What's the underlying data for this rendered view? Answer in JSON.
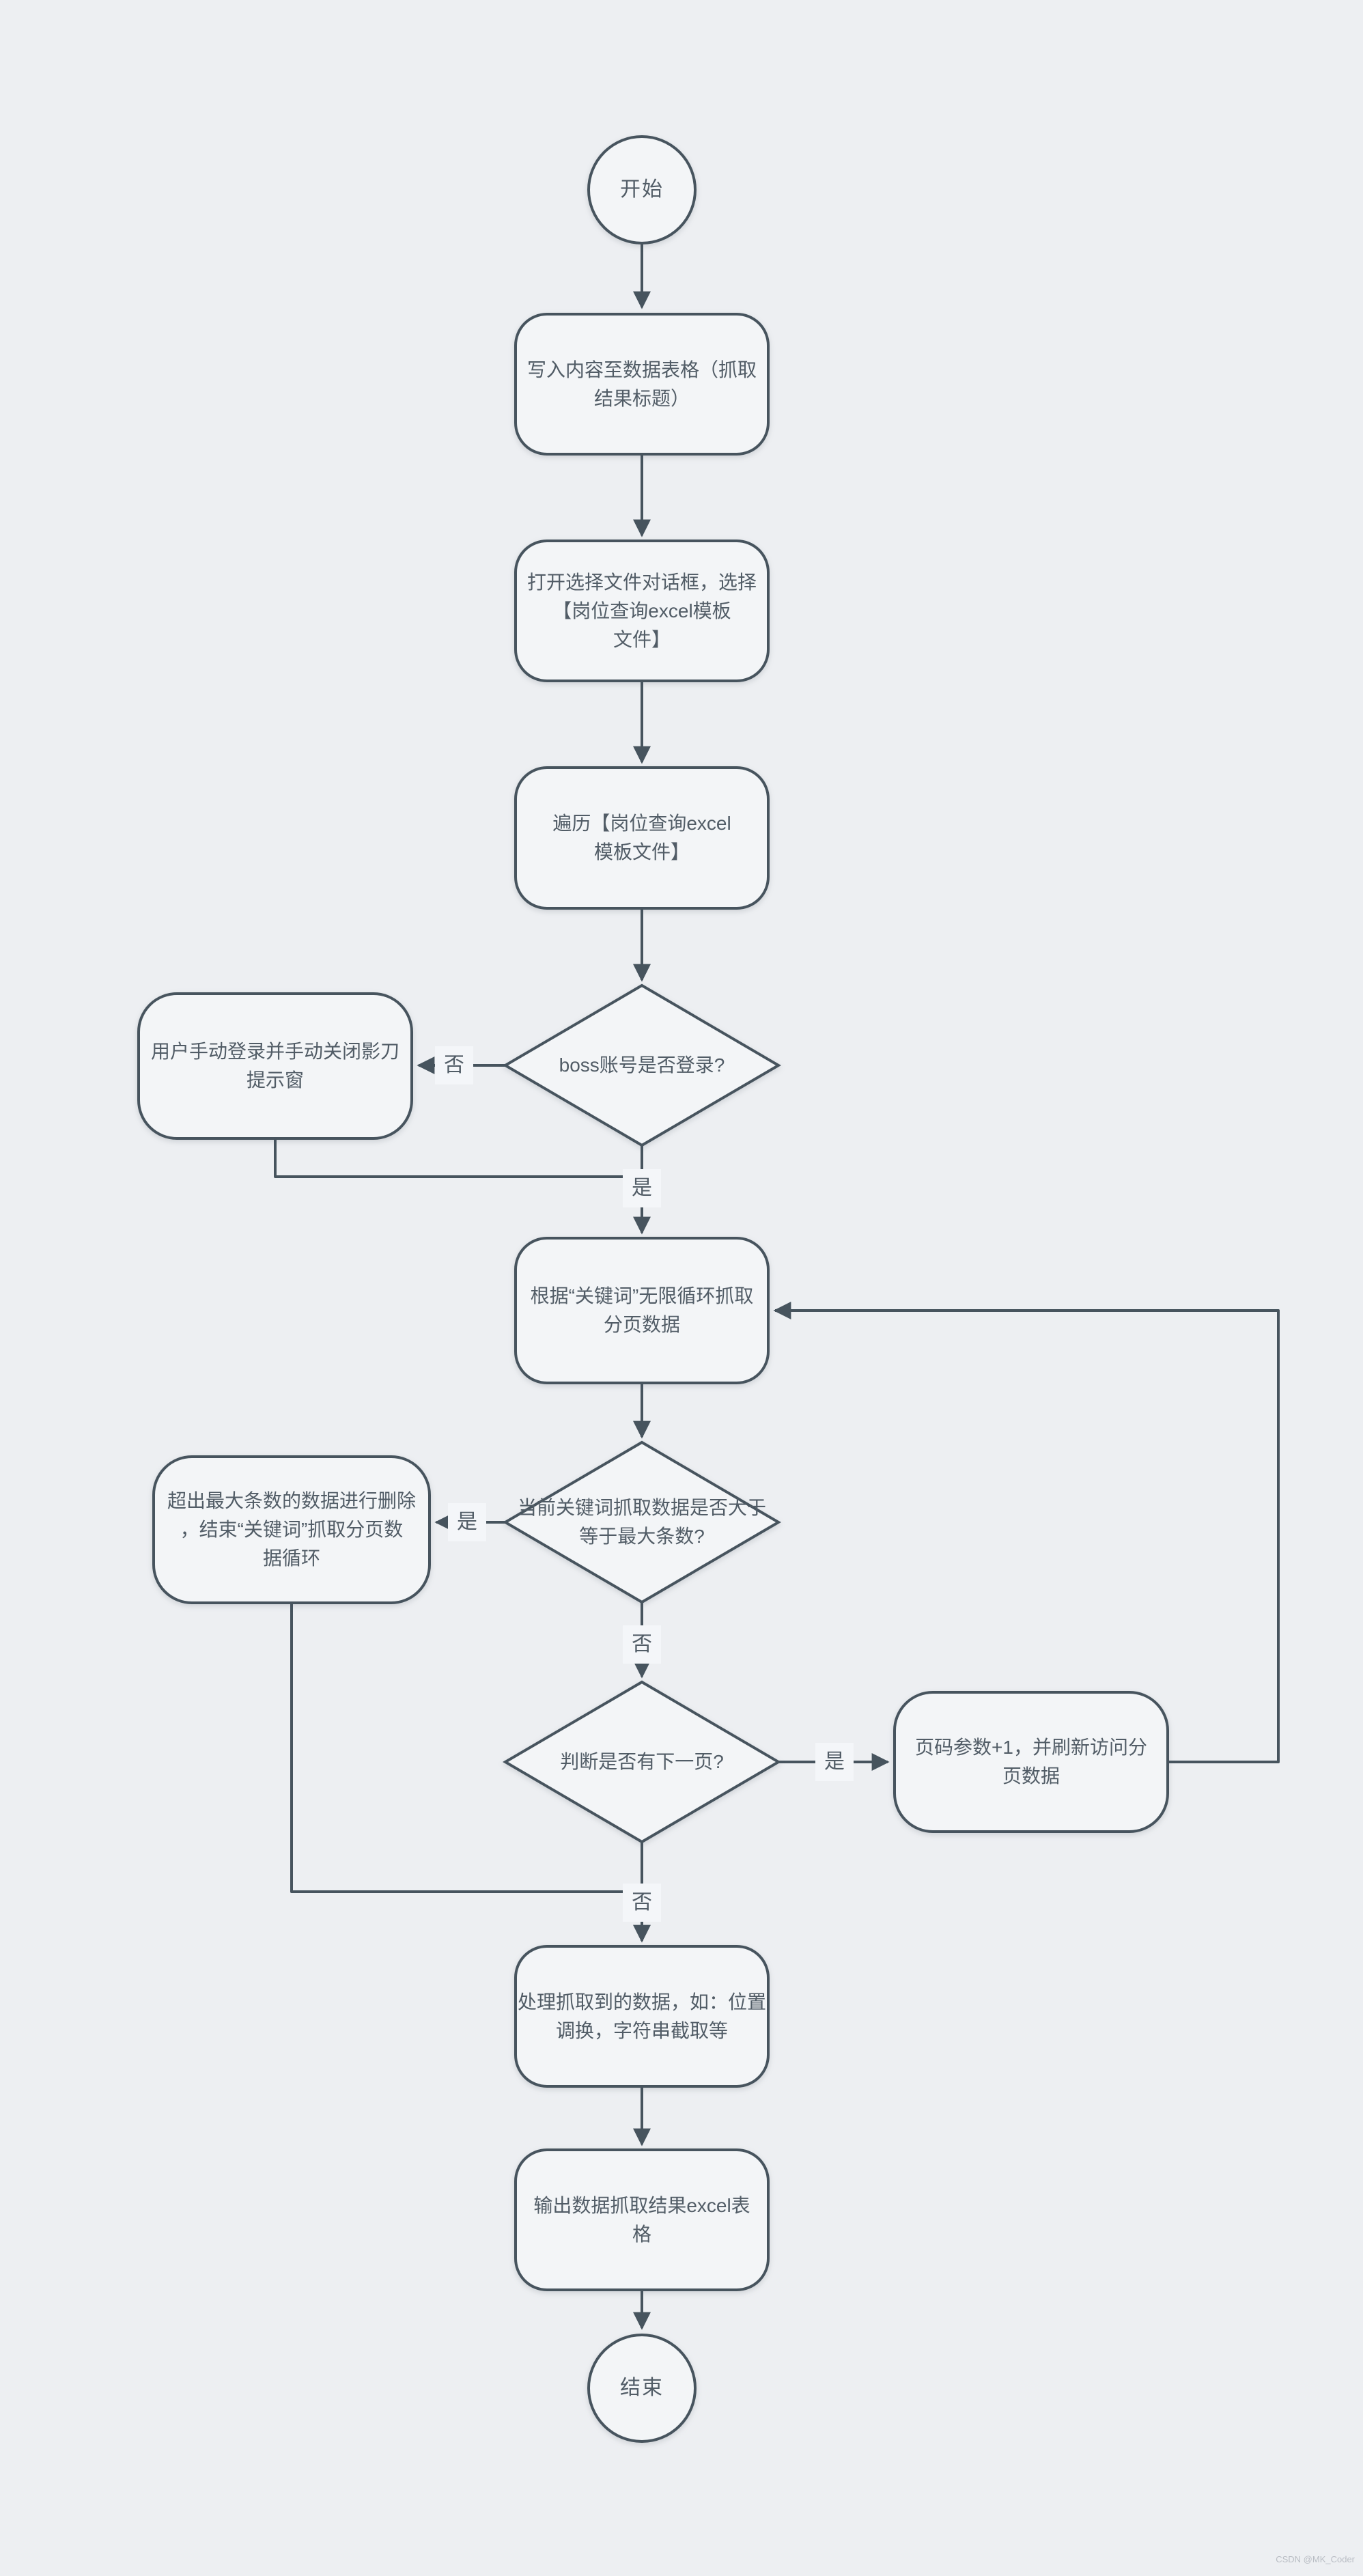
{
  "flowchart": {
    "nodes": {
      "start": "开始",
      "write_table": "写入内容至数据表格（抓取\n结果标题）",
      "open_dialog": "打开选择文件对话框，选择\n【岗位查询excel模板\n文件】",
      "iterate_excel": "遍历【岗位查询excel\n模板文件】",
      "boss_login": "boss账号是否登录?",
      "manual_login": "用户手动登录并手动关闭影刀\n提示窗",
      "crawl_pages": "根据“关键词”无限循环抓取\n分页数据",
      "max_rows": "当前关键词抓取数据是否大于\n等于最大条数?",
      "delete_excess": "超出最大条数的数据进行删除\n，结束“关键词”抓取分页数\n据循环",
      "has_next_page": "判断是否有下一页?",
      "page_plus_one": "页码参数+1，并刷新访问分\n页数据",
      "process_data": "处理抓取到的数据，如：位置\n调换，字符串截取等",
      "output_excel": "输出数据抓取结果excel表\n格",
      "end": "结束"
    },
    "edge_labels": {
      "boss_no": "否",
      "boss_yes": "是",
      "max_yes": "是",
      "max_no": "否",
      "next_yes": "是",
      "next_no": "否"
    },
    "watermark": "CSDN @MK_Coder",
    "colors": {
      "background": "#edeff2",
      "node_fill": "#f3f5f7",
      "stroke": "#47545e",
      "text": "#515c66",
      "label_background": "#f4f6f9",
      "watermark": "#b9bdc4"
    }
  }
}
